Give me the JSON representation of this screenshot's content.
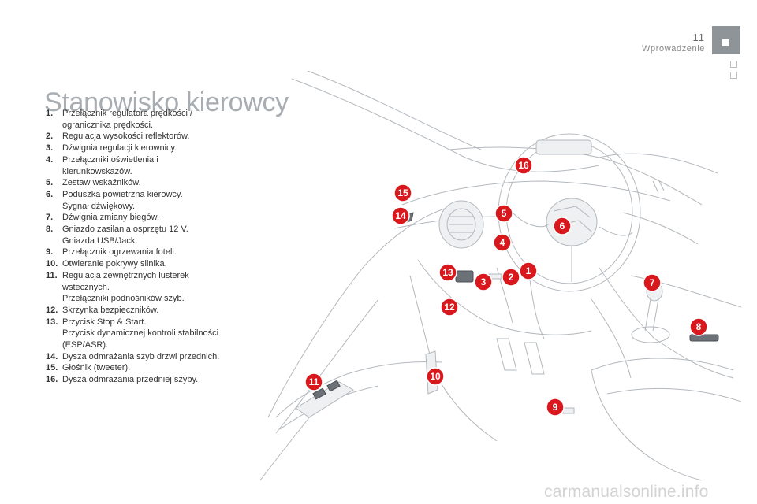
{
  "header": {
    "page_number": "11",
    "section": "Wprowadzenie"
  },
  "title": "Stanowisko kierowcy",
  "legend": [
    {
      "num": "1.",
      "text": "Przełącznik regulatora prędkości /\nogranicznika prędkości."
    },
    {
      "num": "2.",
      "text": "Regulacja wysokości reflektorów."
    },
    {
      "num": "3.",
      "text": "Dźwignia regulacji kierownicy."
    },
    {
      "num": "4.",
      "text": "Przełączniki oświetlenia i\nkierunkowskazów."
    },
    {
      "num": "5.",
      "text": "Zestaw wskaźników."
    },
    {
      "num": "6.",
      "text": "Poduszka powietrzna kierowcy.\nSygnał dźwiękowy."
    },
    {
      "num": "7.",
      "text": "Dźwignia zmiany biegów."
    },
    {
      "num": "8.",
      "text": "Gniazdo zasilania osprzętu 12 V.\nGniazda USB/Jack."
    },
    {
      "num": "9.",
      "text": "Przełącznik ogrzewania foteli."
    },
    {
      "num": "10.",
      "text": "Otwieranie pokrywy silnika."
    },
    {
      "num": "11.",
      "text": "Regulacja zewnętrznych lusterek\nwstecznych.\nPrzełączniki podnośników szyb."
    },
    {
      "num": "12.",
      "text": "Skrzynka bezpieczników."
    },
    {
      "num": "13.",
      "text": "Przycisk Stop & Start.\nPrzycisk dynamicznej kontroli stabilności\n(ESP/ASR)."
    },
    {
      "num": "14.",
      "text": "Dysza odmrażania szyb drzwi przednich."
    },
    {
      "num": "15.",
      "text": "Głośnik (tweeter)."
    },
    {
      "num": "16.",
      "text": "Dysza odmrażania przedniej szyby."
    }
  ],
  "callouts": [
    "1",
    "2",
    "3",
    "4",
    "5",
    "6",
    "7",
    "8",
    "9",
    "10",
    "11",
    "12",
    "13",
    "14",
    "15",
    "16"
  ],
  "colors": {
    "callout": "#d8181d",
    "title": "#a8adb2",
    "tab": "#8f9499"
  },
  "watermark": "carmanualsonline.info"
}
